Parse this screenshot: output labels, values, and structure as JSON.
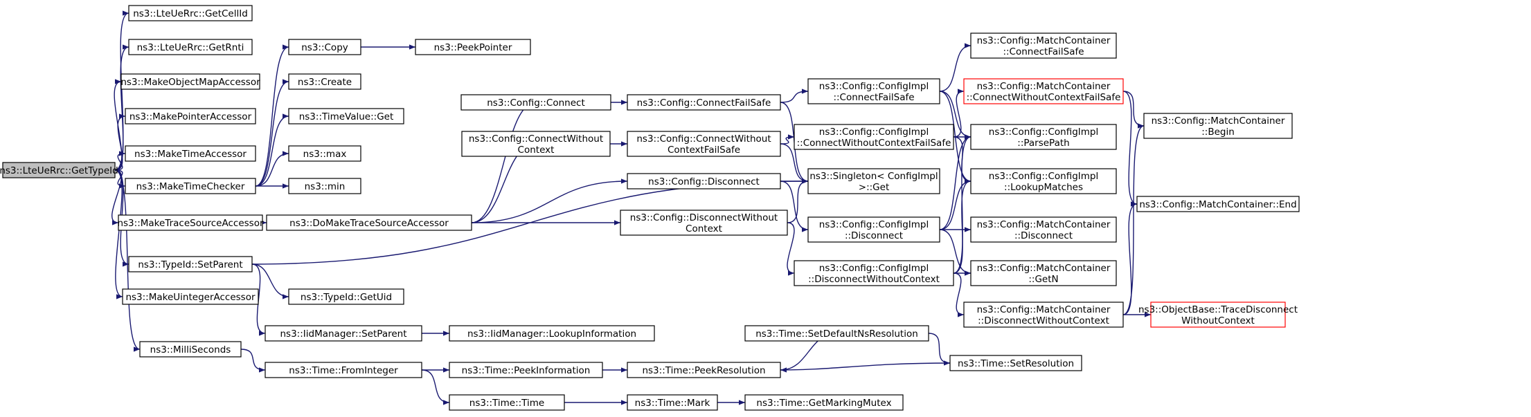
{
  "diagram": {
    "colors": {
      "edge": "#191970",
      "node_border": "#000000",
      "truncated_border": "#ff0000",
      "root_fill": "#bfbfbf"
    },
    "nodes": {
      "root": [
        "ns3::LteUeRrc::GetTypeId"
      ],
      "getcellid": [
        "ns3::LteUeRrc::GetCellId"
      ],
      "getrnti": [
        "ns3::LteUeRrc::GetRnti"
      ],
      "mkobjmap": [
        "ns3::MakeObjectMapAccessor"
      ],
      "mkptr": [
        "ns3::MakePointerAccessor"
      ],
      "mktime": [
        "ns3::MakeTimeAccessor"
      ],
      "mktimechk": [
        "ns3::MakeTimeChecker"
      ],
      "mktrace": [
        "ns3::MakeTraceSourceAccessor"
      ],
      "setparent": [
        "ns3::TypeId::SetParent"
      ],
      "mkuint": [
        "ns3::MakeUintegerAccessor"
      ],
      "millis": [
        "ns3::MilliSeconds"
      ],
      "copy": [
        "ns3::Copy"
      ],
      "create": [
        "ns3::Create"
      ],
      "tvget": [
        "ns3::TimeValue::Get"
      ],
      "max": [
        "ns3::max"
      ],
      "min": [
        "ns3::min"
      ],
      "peekptr": [
        "ns3::PeekPointer"
      ],
      "domktrace": [
        "ns3::DoMakeTraceSourceAccessor"
      ],
      "getuid": [
        "ns3::TypeId::GetUid"
      ],
      "iidsetparent": [
        "ns3::IidManager::SetParent"
      ],
      "iidlookup": [
        "ns3::IidManager::LookupInformation"
      ],
      "fromint": [
        "ns3::Time::FromInteger"
      ],
      "peekinfo": [
        "ns3::Time::PeekInformation"
      ],
      "timetime": [
        "ns3::Time::Time"
      ],
      "peekres": [
        "ns3::Time::PeekResolution"
      ],
      "mark": [
        "ns3::Time::Mark"
      ],
      "getmarkmutex": [
        "ns3::Time::GetMarkingMutex"
      ],
      "setdefres": [
        "ns3::Time::SetDefaultNsResolution"
      ],
      "setres": [
        "ns3::Time::SetResolution"
      ],
      "cfgconnect": [
        "ns3::Config::Connect"
      ],
      "cfgconnectwc": [
        "ns3::Config::ConnectWithout",
        "Context"
      ],
      "cfgconnectfs": [
        "ns3::Config::ConnectFailSafe"
      ],
      "cfgconnectwcfs": [
        "ns3::Config::ConnectWithout",
        "ContextFailSafe"
      ],
      "cfgdisconnect": [
        "ns3::Config::Disconnect"
      ],
      "cfgdisconnectwc": [
        "ns3::Config::DisconnectWithout",
        "Context"
      ],
      "singleton": [
        "ns3::Singleton< ConfigImpl",
        " >::Get"
      ],
      "implconnectfs": [
        "ns3::Config::ConfigImpl",
        "::ConnectFailSafe"
      ],
      "implconnectwcfs": [
        "ns3::Config::ConfigImpl",
        "::ConnectWithoutContextFailSafe"
      ],
      "impldisconnect": [
        "ns3::Config::ConfigImpl",
        "::Disconnect"
      ],
      "impldisconnectwc": [
        "ns3::Config::ConfigImpl",
        "::DisconnectWithoutContext"
      ],
      "mcconnectfs": [
        "ns3::Config::MatchContainer",
        "::ConnectFailSafe"
      ],
      "mcconnectwcfs": [
        "ns3::Config::MatchContainer",
        "::ConnectWithoutContextFailSafe"
      ],
      "parsepath": [
        "ns3::Config::ConfigImpl",
        "::ParsePath"
      ],
      "lookupmatches": [
        "ns3::Config::ConfigImpl",
        "::LookupMatches"
      ],
      "mcdisconnect": [
        "ns3::Config::MatchContainer",
        "::Disconnect"
      ],
      "mcgetn": [
        "ns3::Config::MatchContainer",
        "::GetN"
      ],
      "mcdisconnectwc": [
        "ns3::Config::MatchContainer",
        "::DisconnectWithoutContext"
      ],
      "mcbegin": [
        "ns3::Config::MatchContainer",
        "::Begin"
      ],
      "mcend": [
        "ns3::Config::MatchContainer::End"
      ],
      "objbasetrace": [
        "ns3::ObjectBase::TraceDisconnect",
        "WithoutContext"
      ]
    }
  }
}
